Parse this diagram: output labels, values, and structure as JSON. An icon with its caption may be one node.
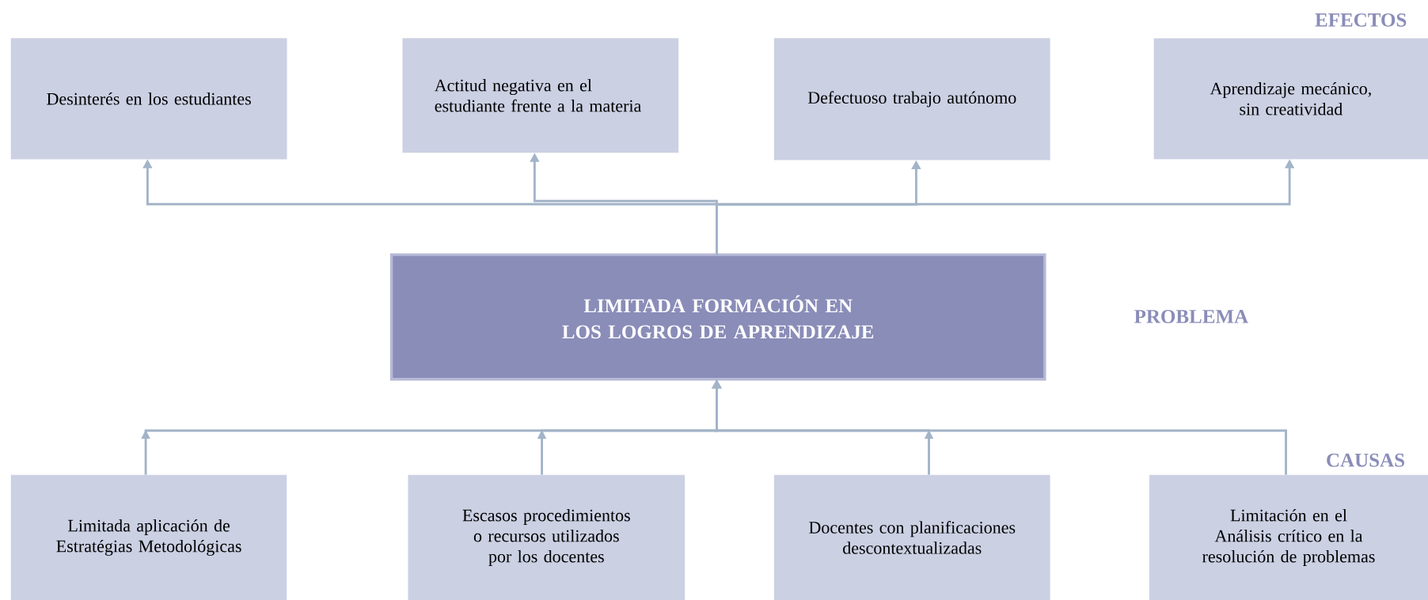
{
  "diagram": {
    "nodes": [
      {
        "text": [
          "Desinterés en los estudiantes"
        ]
      },
      {
        "text": [
          "Actitud negativa en el estudiante frente a la materia"
        ]
      },
      {
        "text": [
          "Defectuoso trabajo autónomo"
        ]
      },
      {
        "text": [
          "Aprendizaje mecánico, sin creatividad"
        ]
      },
      {
        "text": [
          "LIMITADA FORMACIÓN EN LOS LOGROS DE APRENDIZAJE"
        ]
      },
      {
        "text": [
          "Limitada aplicación de Estratégias Metodológicas"
        ]
      },
      {
        "text": [
          "Escasos procedimientos o recursos utilizados por los docentes"
        ]
      },
      {
        "text": [
          "Docentes con planificaciones descontextualizadas"
        ]
      },
      {
        "text": [
          "Limitación en el Análisis crítico en la resolución de problemas"
        ]
      }
    ],
    "edges": [
      {
        "from": 4,
        "to": 0,
        "arrow": "to"
      },
      {
        "from": 4,
        "to": 1,
        "arrow": "to"
      },
      {
        "from": 4,
        "to": 2,
        "arrow": "to"
      },
      {
        "from": 4,
        "to": 3,
        "arrow": "to"
      },
      {
        "from": 5,
        "to": 4,
        "arrow": "to"
      },
      {
        "from": 6,
        "to": 4,
        "arrow": "to"
      },
      {
        "from": 7,
        "to": 4,
        "arrow": "to"
      },
      {
        "from": 8,
        "to": 4,
        "arrow": "to"
      }
    ],
    "labels": [
      "EFECTOS",
      "PROBLEMA",
      "CAUSAS"
    ]
  }
}
